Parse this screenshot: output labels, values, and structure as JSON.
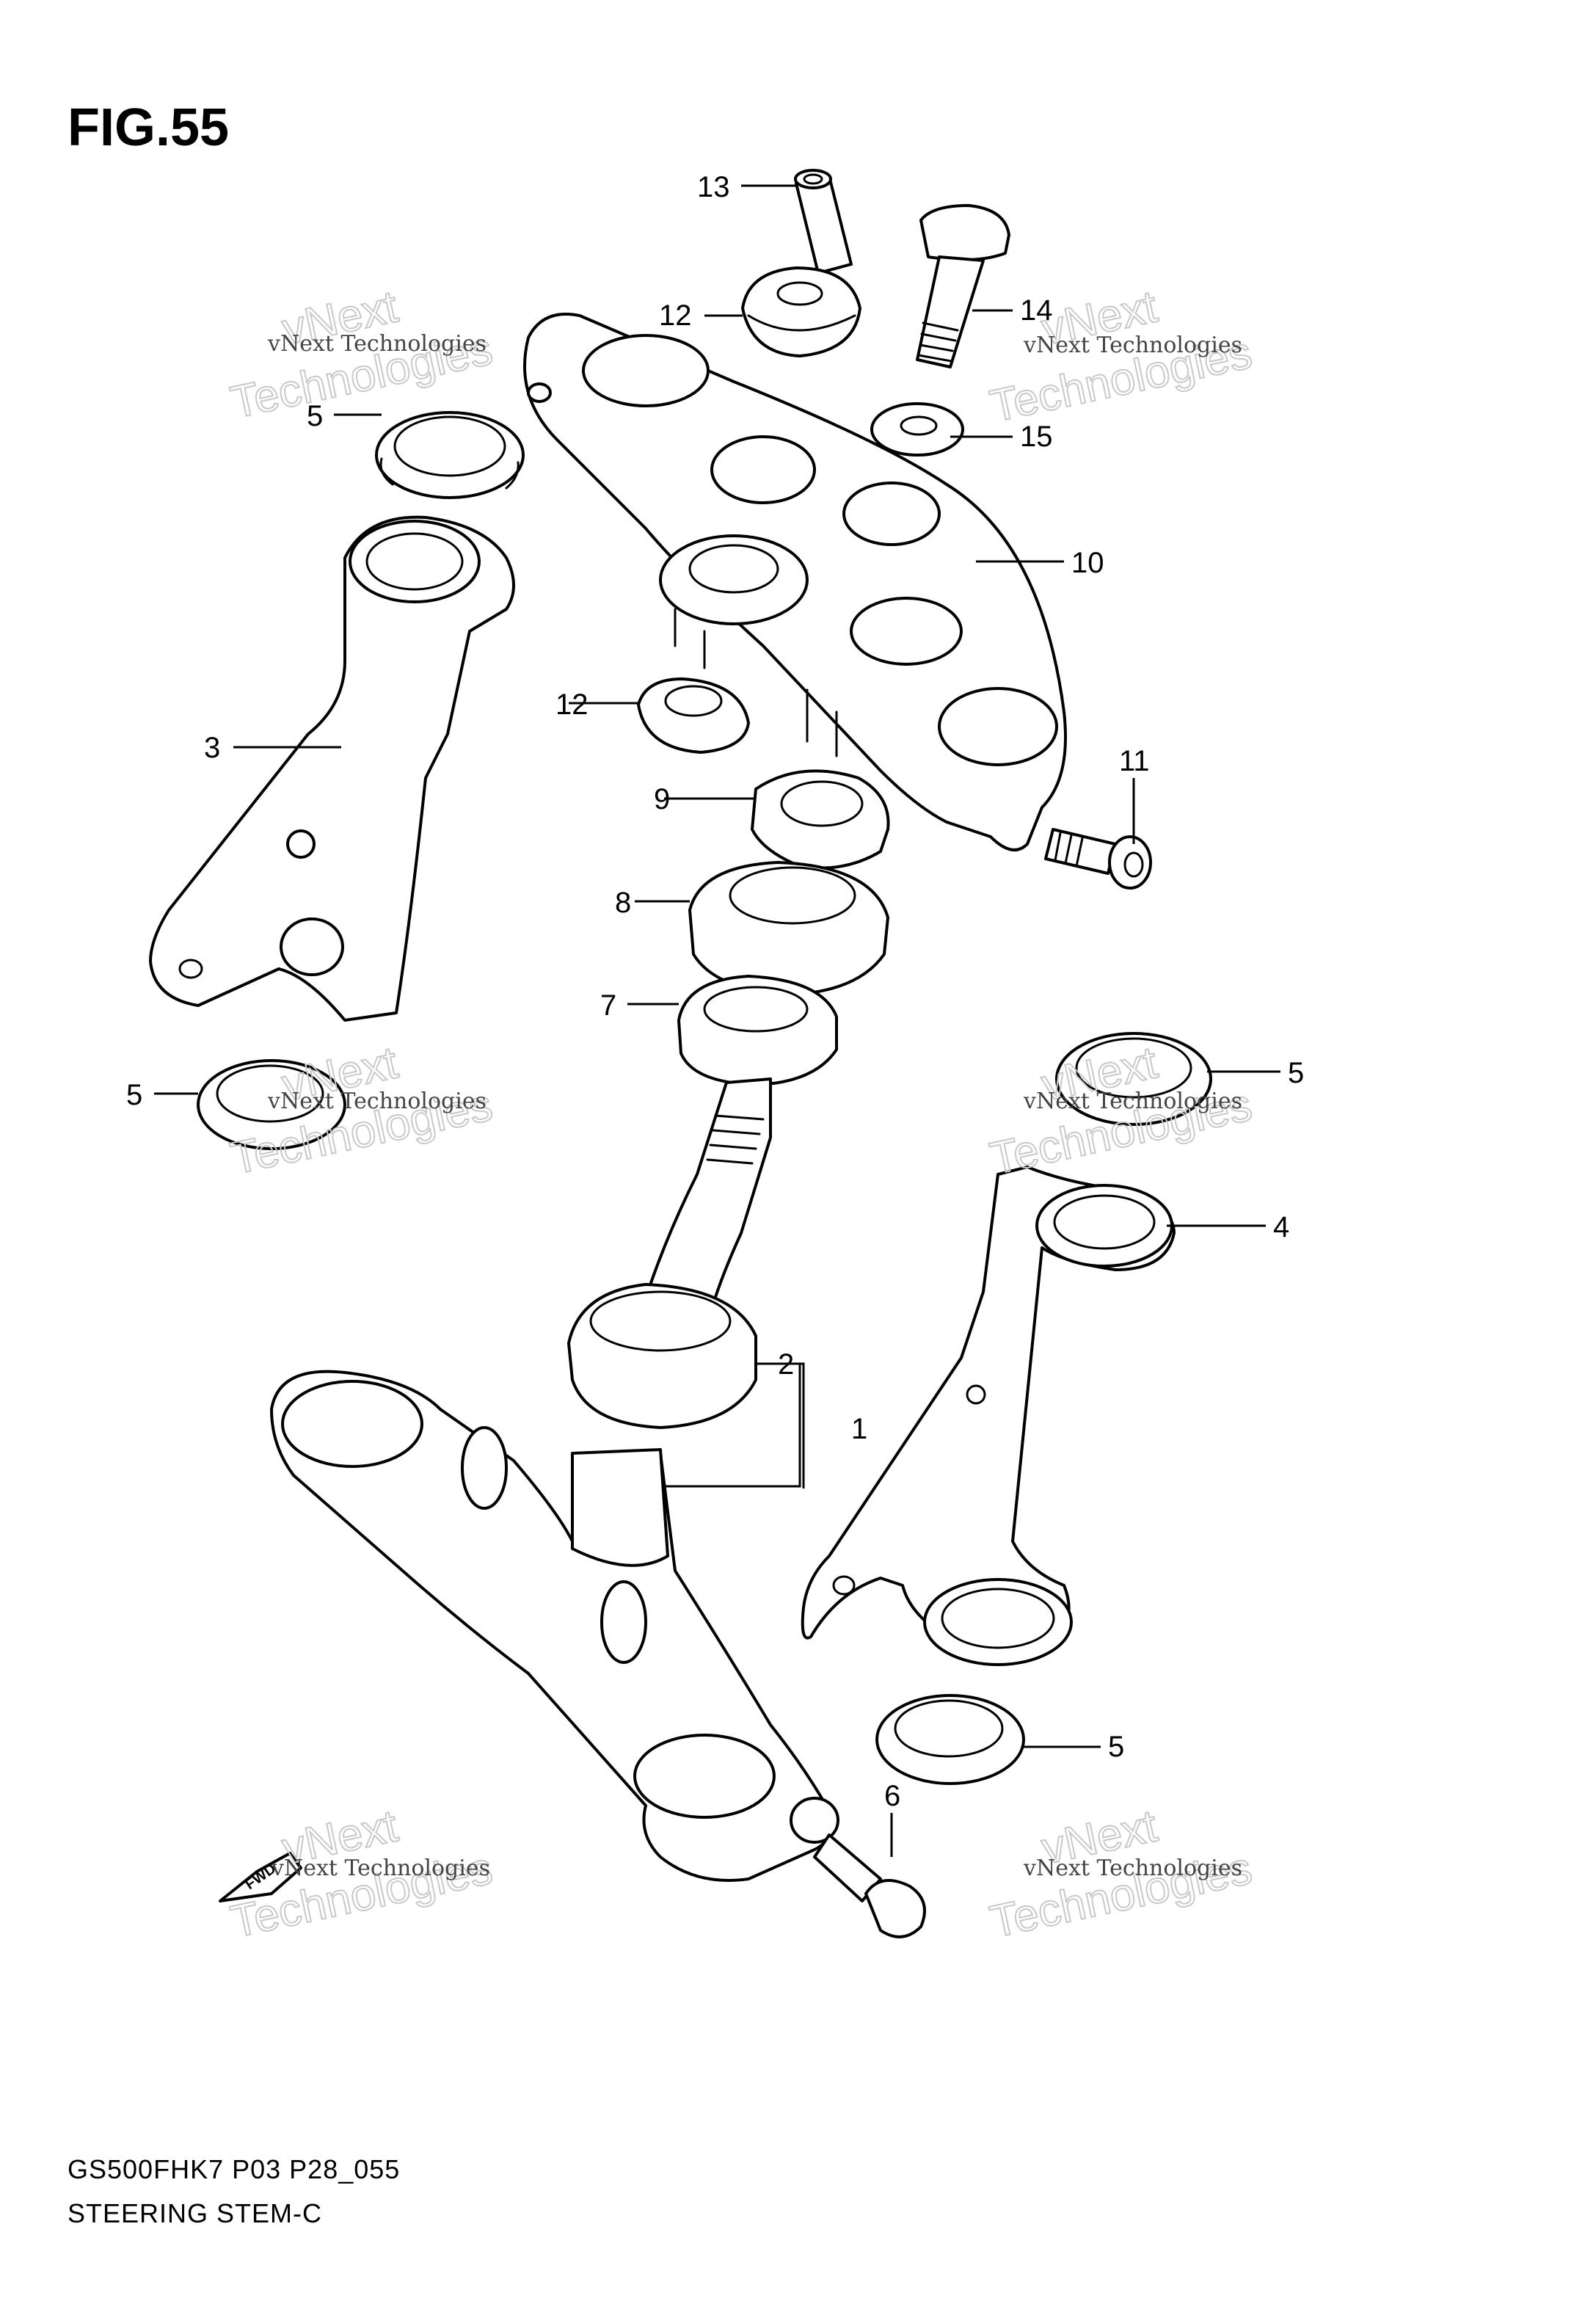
{
  "figure_title": "FIG.55",
  "callouts": {
    "p1": "1",
    "p2": "2",
    "p3": "3",
    "p4": "4",
    "p5a": "5",
    "p5b": "5",
    "p5c": "5",
    "p5d": "5",
    "p6": "6",
    "p7": "7",
    "p8": "8",
    "p9": "9",
    "p10": "10",
    "p11": "11",
    "p12a": "12",
    "p12b": "12",
    "p13": "13",
    "p14": "14",
    "p15": "15"
  },
  "fwd_label": "FWD",
  "watermark": {
    "line1": "vNext Technologies",
    "line2": "Technologies",
    "line3": "vNext"
  },
  "footer": {
    "model_code": "GS500FHK7 P03 P28_055",
    "section": "STEERING STEM-C"
  }
}
